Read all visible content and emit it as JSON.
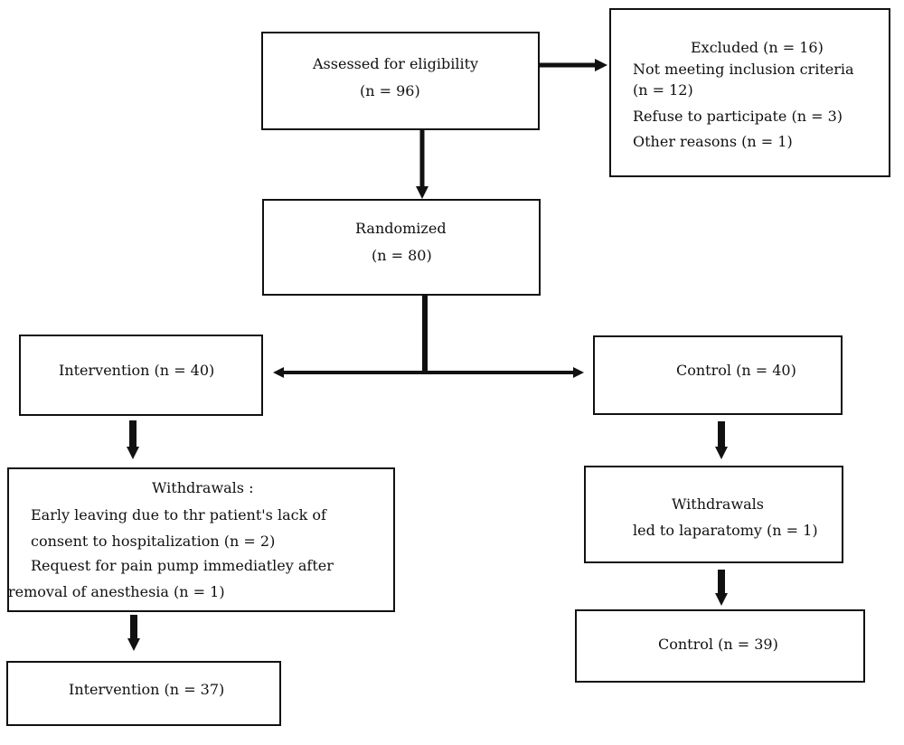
{
  "assessed": {
    "label": "Assessed for eligibility",
    "count": "(n = 96)"
  },
  "excluded": {
    "title": "Excluded (n = 16)",
    "line1": "Not meeting inclusion criteria",
    "line2": "(n = 12)",
    "line3": "Refuse to participate (n = 3)",
    "line4": "Other reasons (n = 1)"
  },
  "randomized": {
    "label": "Randomized",
    "count": "(n = 80)"
  },
  "intervention": {
    "label": "Intervention (n = 40)"
  },
  "control": {
    "label": "Control (n = 40)"
  },
  "withdrawals_intervention": {
    "title": "Withdrawals :",
    "line1": "Early leaving due to thr patient's lack of",
    "line2": "consent to hospitalization (n = 2)",
    "line3": "Request for pain pump immediatley after",
    "line4": "removal of anesthesia (n = 1)"
  },
  "withdrawals_control": {
    "title": "Withdrawals",
    "line1": "led to laparatomy (n = 1)"
  },
  "final_intervention": {
    "label": "Intervention (n = 37)"
  },
  "final_control": {
    "label": "Control (n = 39)"
  }
}
